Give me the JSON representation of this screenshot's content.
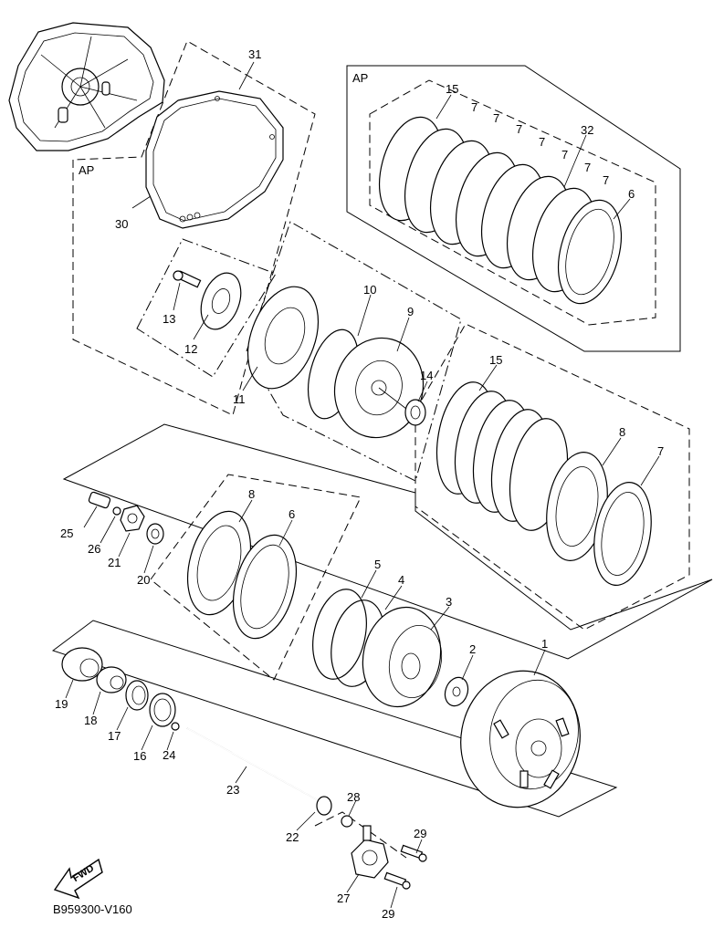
{
  "diagram": {
    "labels": [
      {
        "id": "n31",
        "text": "31"
      },
      {
        "id": "n30",
        "text": "30"
      },
      {
        "id": "n13",
        "text": "13"
      },
      {
        "id": "n12",
        "text": "12"
      },
      {
        "id": "n11",
        "text": "11"
      },
      {
        "id": "n10",
        "text": "10"
      },
      {
        "id": "n9",
        "text": "9"
      },
      {
        "id": "n14",
        "text": "14"
      },
      {
        "id": "n15a",
        "text": "15"
      },
      {
        "id": "n7a",
        "text": "7"
      },
      {
        "id": "n7b",
        "text": "7"
      },
      {
        "id": "n7c",
        "text": "7"
      },
      {
        "id": "n7d",
        "text": "7"
      },
      {
        "id": "n7e",
        "text": "7"
      },
      {
        "id": "n7f",
        "text": "7"
      },
      {
        "id": "n7g",
        "text": "7"
      },
      {
        "id": "n32",
        "text": "32"
      },
      {
        "id": "n6a",
        "text": "6"
      },
      {
        "id": "n15b",
        "text": "15"
      },
      {
        "id": "n8a",
        "text": "8"
      },
      {
        "id": "n7h",
        "text": "7"
      },
      {
        "id": "n25",
        "text": "25"
      },
      {
        "id": "n26",
        "text": "26"
      },
      {
        "id": "n21",
        "text": "21"
      },
      {
        "id": "n20",
        "text": "20"
      },
      {
        "id": "n8b",
        "text": "8"
      },
      {
        "id": "n6b",
        "text": "6"
      },
      {
        "id": "n5",
        "text": "5"
      },
      {
        "id": "n4",
        "text": "4"
      },
      {
        "id": "n3",
        "text": "3"
      },
      {
        "id": "n2",
        "text": "2"
      },
      {
        "id": "n1",
        "text": "1"
      },
      {
        "id": "n19",
        "text": "19"
      },
      {
        "id": "n18",
        "text": "18"
      },
      {
        "id": "n17",
        "text": "17"
      },
      {
        "id": "n16",
        "text": "16"
      },
      {
        "id": "n24",
        "text": "24"
      },
      {
        "id": "n23",
        "text": "23"
      },
      {
        "id": "n22",
        "text": "22"
      },
      {
        "id": "n28",
        "text": "28"
      },
      {
        "id": "n29a",
        "text": "29"
      },
      {
        "id": "n27",
        "text": "27"
      },
      {
        "id": "n29b",
        "text": "29"
      }
    ],
    "ap_labels": [
      "AP",
      "AP"
    ],
    "fwd_label": "FWD",
    "drawing_code": "B959300-V160"
  }
}
